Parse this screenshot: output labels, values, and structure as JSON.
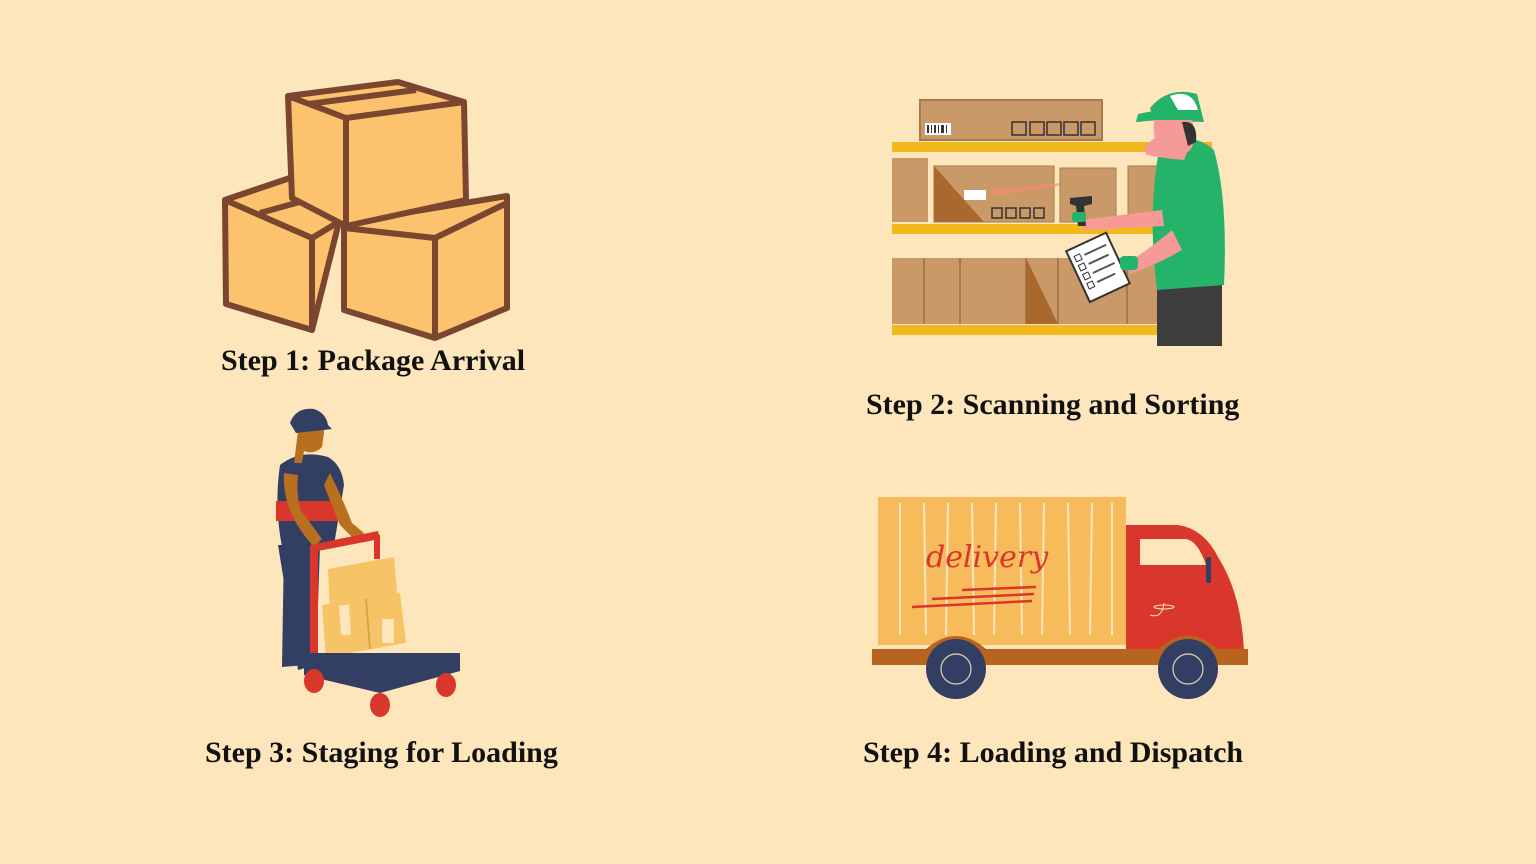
{
  "colors": {
    "background": "#fde6bc",
    "box_fill": "#fdc26e",
    "box_outline": "#7a4630",
    "cardboard": "#c99a68",
    "shelf_yellow": "#f0b81c",
    "uniform_green": "#25b36a",
    "skin_pink": "#f59a96",
    "navy": "#333f62",
    "red": "#d9372b",
    "truck_cargo": "#f7bb5c",
    "truck_chassis": "#b9641e"
  },
  "steps": [
    {
      "number": 1,
      "label": "Step 1: Package Arrival",
      "illustration": "stacked-boxes-icon"
    },
    {
      "number": 2,
      "label": "Step 2: Scanning and Sorting",
      "illustration": "worker-scanning-shelves-icon"
    },
    {
      "number": 3,
      "label": "Step 3: Staging for Loading",
      "illustration": "worker-hand-truck-icon"
    },
    {
      "number": 4,
      "label": "Step 4: Loading and Dispatch",
      "illustration": "delivery-truck-icon"
    }
  ],
  "truck": {
    "side_text": "delivery"
  }
}
